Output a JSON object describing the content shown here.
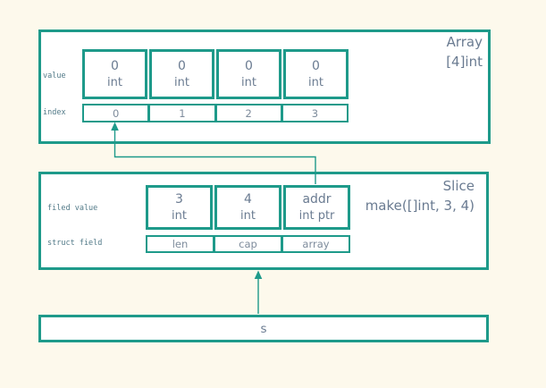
{
  "colors": {
    "teal": "#1e9a8a",
    "text-slate": "#6a7b91",
    "text-gray": "#7e8c9c",
    "label-teal": "#527a88",
    "page-bg": "#fdf9ec",
    "box-bg": "#ffffff"
  },
  "array_box": {
    "title_line1": "Array",
    "title_line2": "[4]int",
    "value_label": "value",
    "index_label": "index",
    "cells": [
      {
        "value": "0",
        "type": "int"
      },
      {
        "value": "0",
        "type": "int"
      },
      {
        "value": "0",
        "type": "int"
      },
      {
        "value": "0",
        "type": "int"
      }
    ],
    "indexes": [
      "0",
      "1",
      "2",
      "3"
    ]
  },
  "slice_box": {
    "title_line1": "Slice",
    "title_line2": "make([]int, 3, 4)",
    "field_value_label": "filed value",
    "struct_field_label": "struct field",
    "cells": [
      {
        "value": "3",
        "type": "int"
      },
      {
        "value": "4",
        "type": "int"
      },
      {
        "value": "addr",
        "type": "int ptr"
      }
    ],
    "struct_fields": [
      "len",
      "cap",
      "array"
    ]
  },
  "s_box": {
    "label": "s"
  }
}
